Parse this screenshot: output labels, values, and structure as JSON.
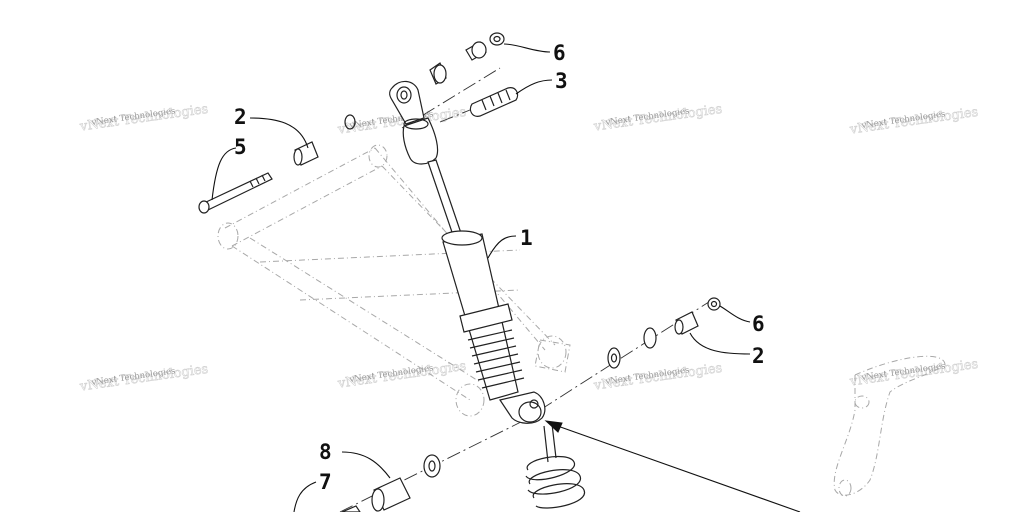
{
  "callouts": {
    "c1": "1",
    "c2_upper": "2",
    "c2_lower": "2",
    "c3": "3",
    "c5": "5",
    "c6_upper": "6",
    "c6_lower": "6",
    "c7": "7",
    "c8": "8"
  },
  "watermark": {
    "text": "vNext Technologies"
  },
  "colors": {
    "line": "#222222",
    "ghost": "#a8a8a8",
    "background": "#ffffff"
  }
}
